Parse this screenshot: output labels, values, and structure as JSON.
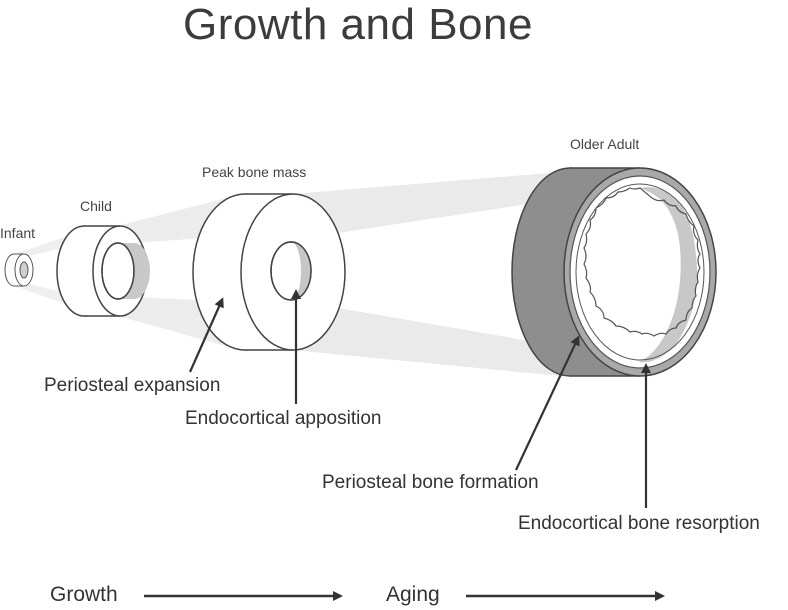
{
  "title": "Growth and Bone",
  "stages": {
    "infant": "Infant",
    "child": "Child",
    "peak": "Peak bone mass",
    "older": "Older Adult"
  },
  "callouts": {
    "periosteal_expansion": "Periosteal expansion",
    "endocortical_apposition": "Endocortical apposition",
    "periosteal_bone_formation": "Periosteal bone formation",
    "endocortical_bone_resorption": "Endocortical bone resorption"
  },
  "timeline": {
    "growth": "Growth",
    "aging": "Aging"
  },
  "colors": {
    "outline": "#4a4a4a",
    "ring_fill": "#ffffff",
    "inner_shade": "#c9c9c9",
    "dark_outer": "#8a8a8a",
    "projection": "#ececec",
    "arrow": "#333333"
  }
}
